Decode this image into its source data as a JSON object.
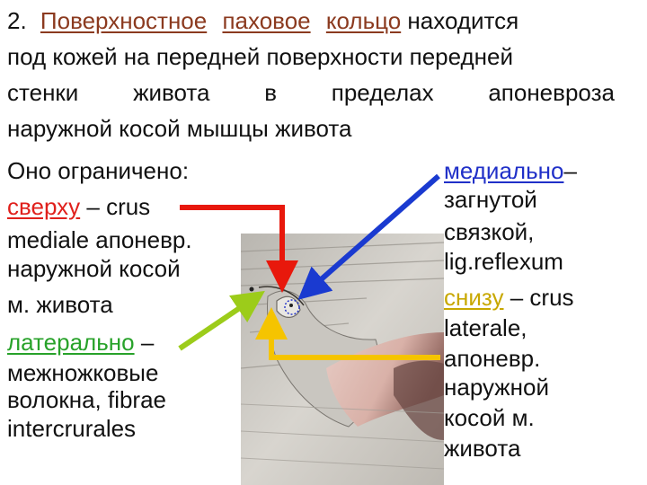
{
  "heading": {
    "number": "2.",
    "term1": "Поверхностное",
    "term2": "паховое",
    "term3": "кольцо",
    "rest": " находится",
    "line2": "под кожей на передней поверхности передней",
    "line3_words": [
      "стенки",
      "живота",
      "в",
      "пределах",
      "апоневроза"
    ],
    "line4": "наружной косой мышцы живота"
  },
  "left": {
    "intro": "Оно ограничено:",
    "top_term": "сверху",
    "top_rest": " – crus",
    "top_l2": "mediale  апоневр.",
    "top_l3": "наружной косой",
    "top_l4": "м. живота",
    "lat_term": "латерально",
    "lat_rest": " –",
    "lat_l2": "межножковые",
    "lat_l3": "волокна, fibrae",
    "lat_l4": "intercrurales"
  },
  "right": {
    "med_term": "медиально",
    "med_rest": "–",
    "med_l2": "загнутой",
    "med_l3": "связкой,",
    "med_l4": "lig.reflexum",
    "bottom_term": "снизу",
    "bottom_rest": " – crus",
    "bottom_l2": "laterale,",
    "bottom_l3": "апоневр.",
    "bottom_l4": "наружной",
    "bottom_l5": "косой м.",
    "bottom_l6": "живота"
  },
  "colors": {
    "term_underline": "#8b3a1f",
    "top": "#e0201c",
    "lateral": "#28a22a",
    "medial": "#2030c8",
    "bottom": "#c8a800",
    "arrow_red": "#e8180c",
    "arrow_blue": "#1a3ad0",
    "arrow_green": "#9ccc1a",
    "arrow_yellow": "#f5c400"
  },
  "icons": [
    "inguinal-ring-figure"
  ]
}
